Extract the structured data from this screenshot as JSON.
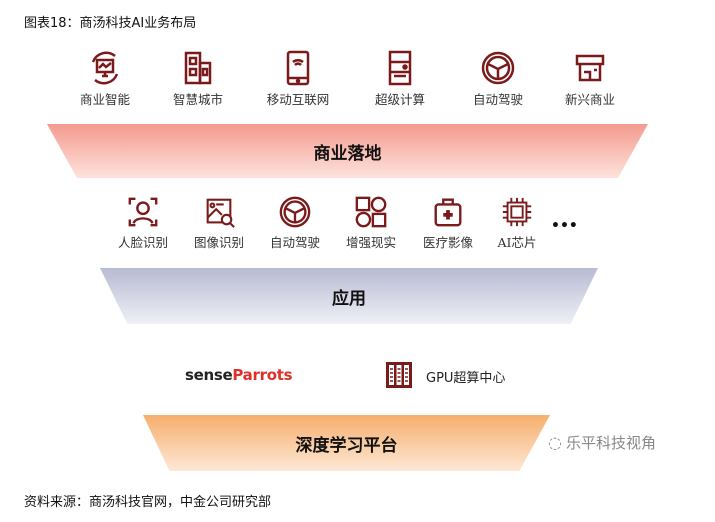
{
  "title": "图表18：商汤科技AI业务布局",
  "source": "资料来源：商汤科技官网，中金公司研究部",
  "commercial": {
    "label": "商业落地",
    "items": [
      {
        "label": "商业智能",
        "icon": "monitor-chart-icon"
      },
      {
        "label": "智慧城市",
        "icon": "buildings-icon"
      },
      {
        "label": "移动互联网",
        "icon": "mobile-wifi-icon"
      },
      {
        "label": "超级计算",
        "icon": "server-icon"
      },
      {
        "label": "自动驾驶",
        "icon": "steering-wheel-icon"
      },
      {
        "label": "新兴商业",
        "icon": "store-icon"
      }
    ]
  },
  "application": {
    "label": "应用",
    "more": "•••",
    "items": [
      {
        "label": "人脸识别",
        "icon": "face-scan-icon"
      },
      {
        "label": "图像识别",
        "icon": "image-search-icon"
      },
      {
        "label": "自动驾驶",
        "icon": "steering-wheel-icon"
      },
      {
        "label": "增强现实",
        "icon": "shapes-icon"
      },
      {
        "label": "医疗影像",
        "icon": "medical-kit-icon"
      },
      {
        "label": "AI芯片",
        "icon": "chip-icon"
      }
    ]
  },
  "platform": {
    "label": "深度学习平台",
    "logo_sense": "sense",
    "logo_parrots": "Parrots",
    "gpu_label": "GPU超算中心"
  },
  "watermark": "乐平科技视角",
  "colors": {
    "icon": "#7a1a1a",
    "commercial": "#f4a79c",
    "application": "#c3c6da",
    "platform": "#f7b87c"
  }
}
